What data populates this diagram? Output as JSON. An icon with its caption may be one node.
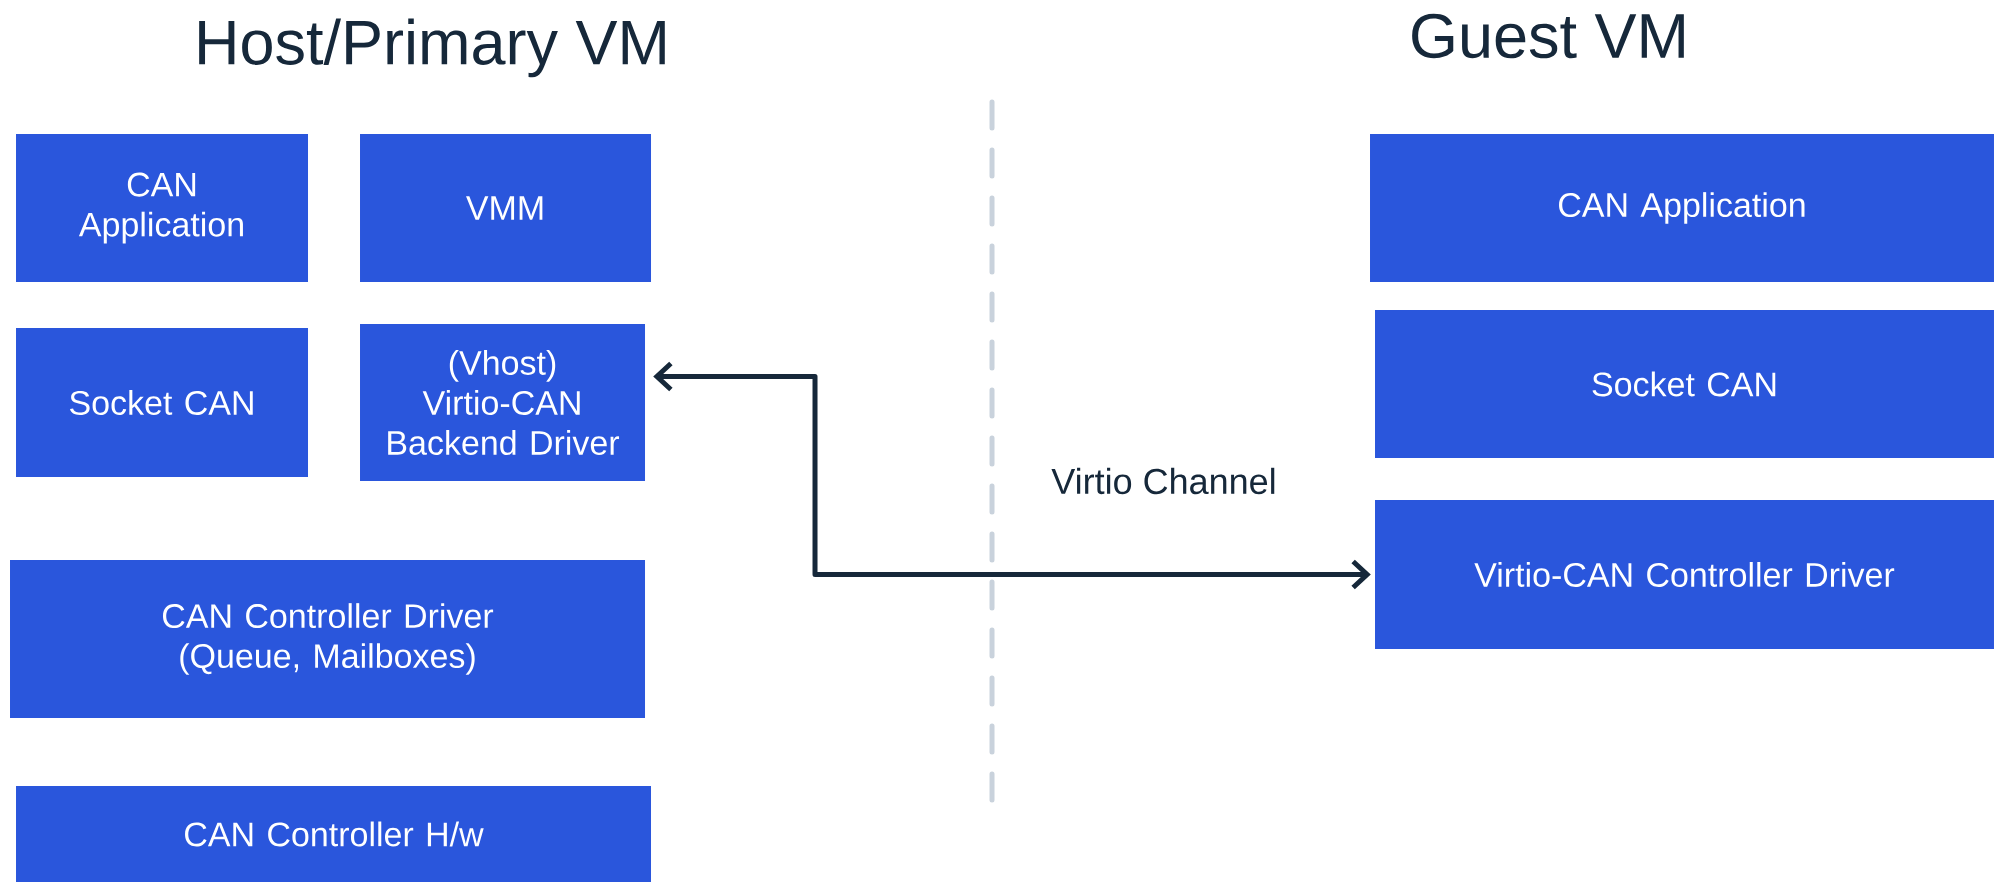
{
  "diagram": {
    "nodes": [
      {
        "text": [
          "CAN Application"
        ]
      },
      {
        "text": [
          "VMM"
        ]
      },
      {
        "text": [
          "Socket CAN"
        ]
      },
      {
        "text": [
          "(Vhost) Virtio-CAN Backend Driver"
        ]
      },
      {
        "text": [
          "CAN Controller Driver (Queue, Mailboxes)"
        ]
      },
      {
        "text": [
          "CAN Controller H/w"
        ]
      },
      {
        "text": [
          "CAN Application"
        ]
      },
      {
        "text": [
          "Socket CAN"
        ]
      },
      {
        "text": [
          "Virtio-CAN Controller Driver"
        ]
      }
    ],
    "edges": [
      {
        "from": 8,
        "to": 3,
        "arrow": "both"
      }
    ],
    "labels": [
      "Host/Primary VM",
      "Guest VM",
      "Virtio Channel"
    ]
  }
}
